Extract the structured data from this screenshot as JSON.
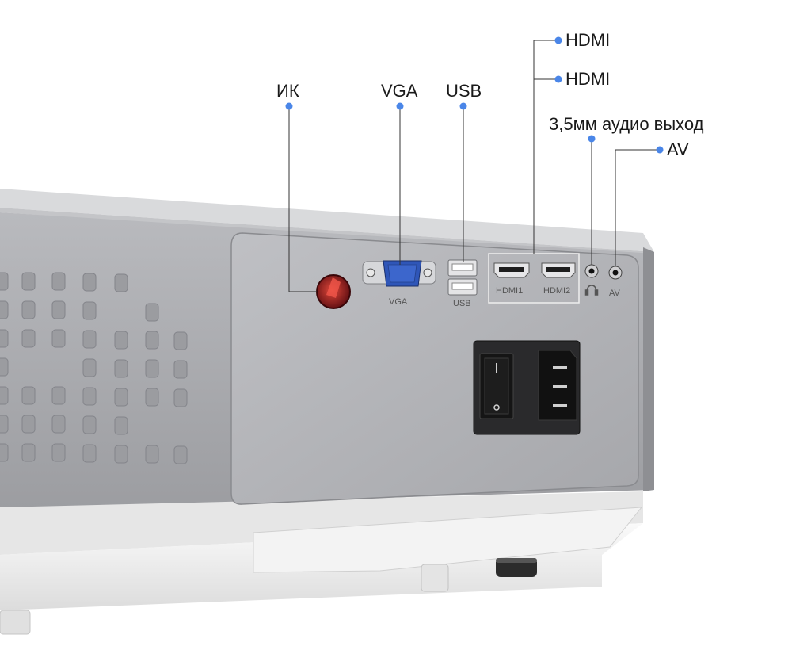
{
  "callouts": {
    "ir": "ИК",
    "vga": "VGA",
    "usb": "USB",
    "hdmi_top": "HDMI",
    "hdmi_second": "HDMI",
    "audio": "3,5мм аудио выход",
    "av": "AV"
  },
  "panel_labels": {
    "vga": "VGA",
    "usb": "USB",
    "hdmi1": "HDMI1",
    "hdmi2": "HDMI2",
    "av": "AV"
  },
  "colors": {
    "dot": "#4a86e8",
    "body": "#a9aaae",
    "panel": "#b3b4b8",
    "white_shell": "#f2f2f2",
    "vga_blue": "#2f56b8",
    "ir_red": "#c0282a"
  },
  "icons": [
    "headphone-icon",
    "power-switch-icon",
    "power-socket-icon"
  ]
}
